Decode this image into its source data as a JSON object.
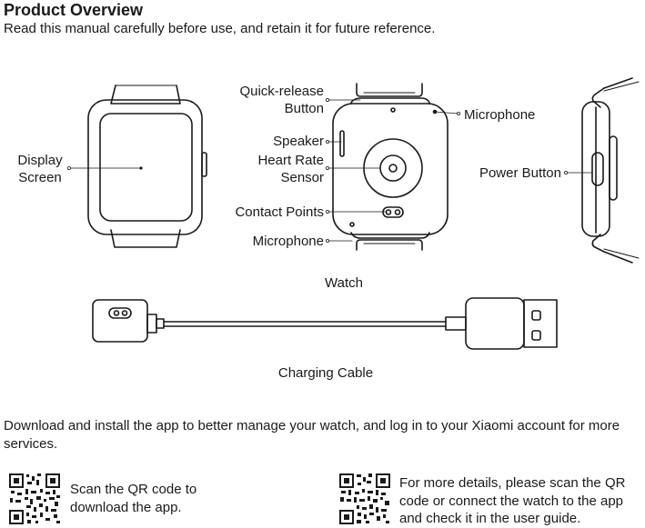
{
  "header": {
    "title": "Product Overview",
    "subtitle": "Read this manual carefully before use, and retain it for future reference."
  },
  "labels": {
    "display_screen": "Display\nScreen",
    "quick_release_button": "Quick-release\nButton",
    "speaker": "Speaker",
    "heart_rate_sensor": "Heart Rate\nSensor",
    "contact_points": "Contact Points",
    "microphone_bottom": "Microphone",
    "microphone_top": "Microphone",
    "power_button": "Power Button",
    "watch_caption": "Watch",
    "cable_caption": "Charging Cable"
  },
  "app_info": {
    "text": "Download and install the app to better manage your watch, and log in to your Xiaomi account for more services."
  },
  "qr_left": {
    "text": "Scan the QR code to\ndownload the app."
  },
  "qr_right": {
    "text": "For more details, please scan the QR\ncode or connect the watch to the app\nand check it in the user guide."
  }
}
